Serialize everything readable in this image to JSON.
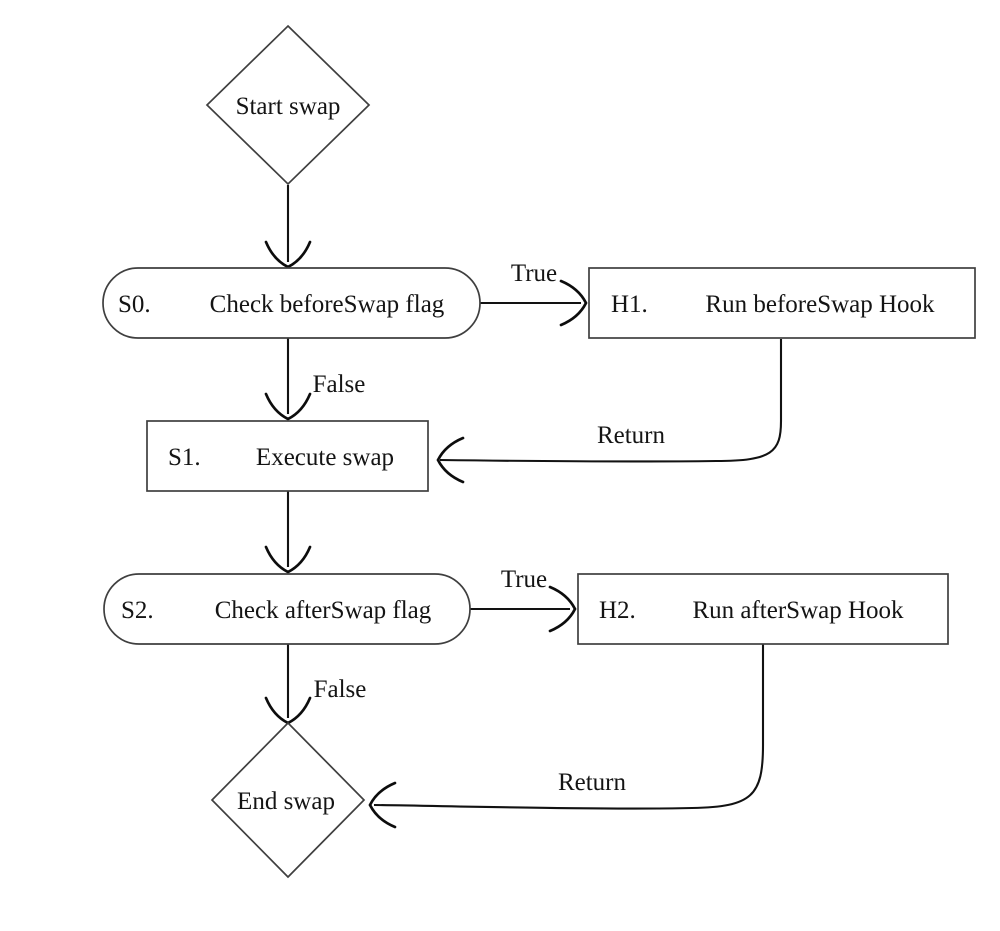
{
  "diagram": {
    "colors": {
      "background": "#ffffff",
      "node_stroke": "#3f3f3f",
      "edge_stroke": "#121212",
      "text": "#141414"
    },
    "nodes": {
      "start": {
        "shape": "diamond",
        "label": "Start swap"
      },
      "s0": {
        "shape": "stadium",
        "id": "S0.",
        "label": "Check beforeSwap flag"
      },
      "h1": {
        "shape": "rect",
        "id": "H1.",
        "label": "Run beforeSwap Hook"
      },
      "s1": {
        "shape": "rect",
        "id": "S1.",
        "label": "Execute swap"
      },
      "s2": {
        "shape": "stadium",
        "id": "S2.",
        "label": "Check afterSwap flag"
      },
      "h2": {
        "shape": "rect",
        "id": "H2.",
        "label": "Run afterSwap Hook"
      },
      "end": {
        "shape": "diamond",
        "label": "End swap"
      }
    },
    "edges": {
      "start_s0": {
        "label": ""
      },
      "s0_h1": {
        "label": "True"
      },
      "s0_s1": {
        "label": "False"
      },
      "h1_s1": {
        "label": "Return"
      },
      "s1_s2": {
        "label": ""
      },
      "s2_h2": {
        "label": "True"
      },
      "s2_end": {
        "label": "False"
      },
      "h2_end": {
        "label": "Return"
      }
    }
  }
}
